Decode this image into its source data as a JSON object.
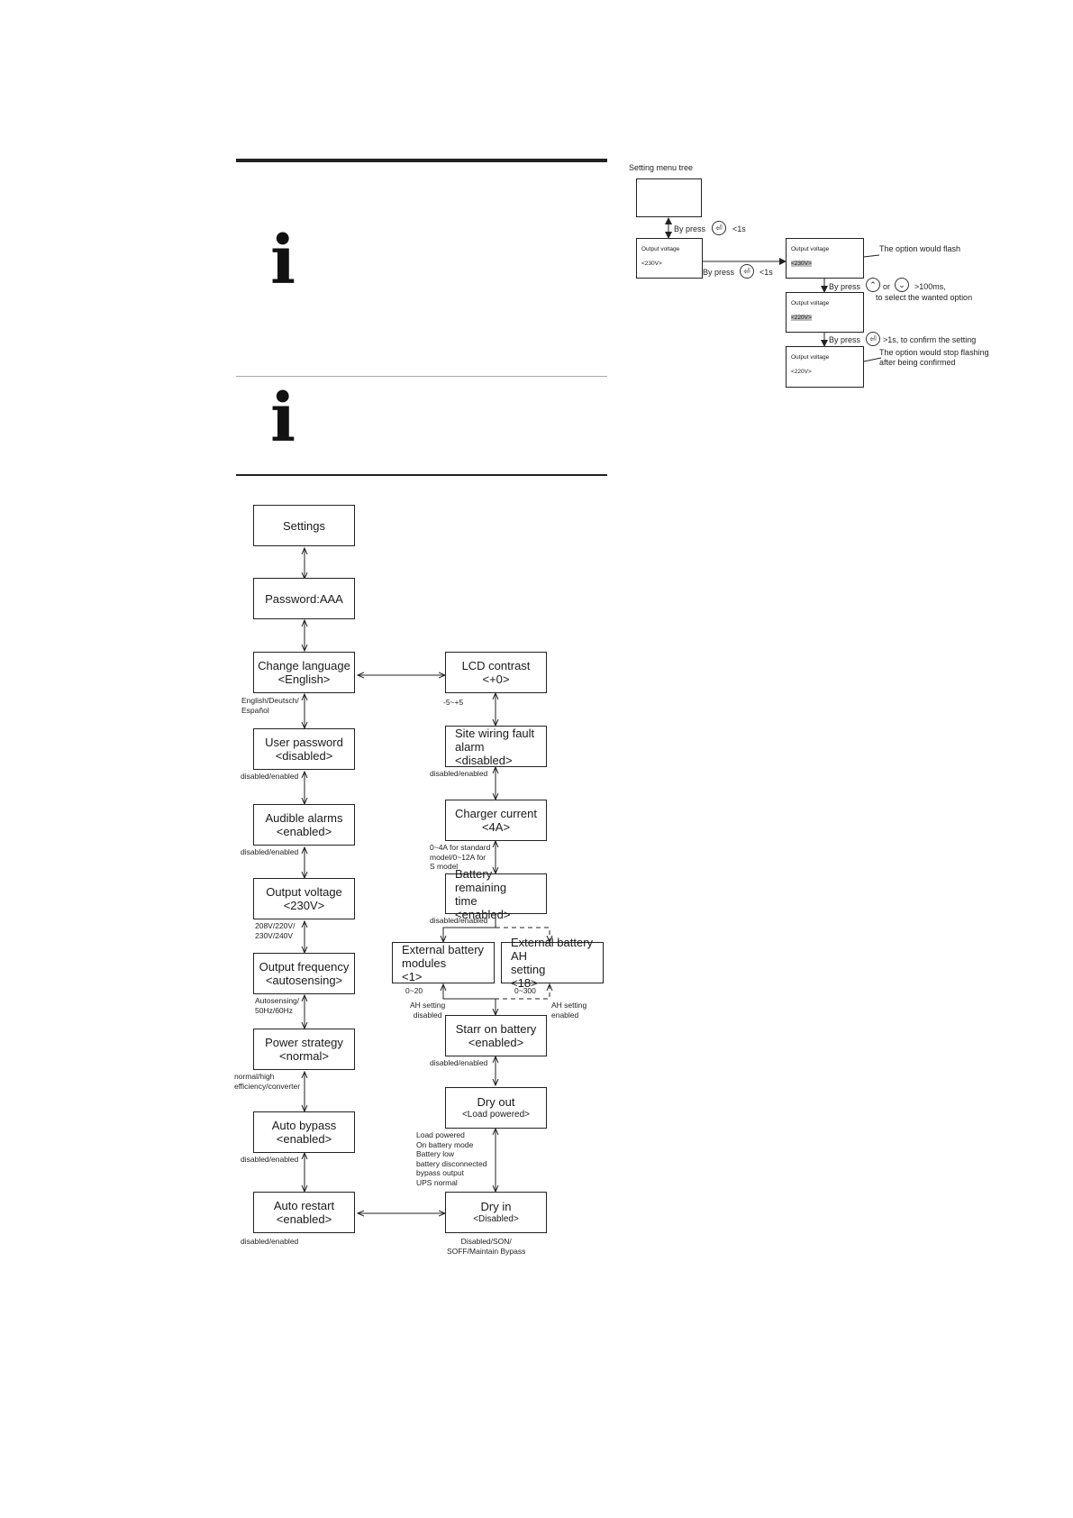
{
  "header": {
    "info_symbol_1": "i",
    "info_symbol_2": "i"
  },
  "small_tree": {
    "title": "Setting menu tree",
    "screen_label": "Output voltage",
    "value_initial": "<230V>",
    "value_flash": "<230V>",
    "value_select": "<220V>",
    "value_final": "<220V>",
    "step1": "By press",
    "step1_time": "<1s",
    "step2": "By press",
    "step2_time": "<1s",
    "flash_note": "The option would flash",
    "step3": "By press",
    "step3_or": "or",
    "step3_time": ">100ms,",
    "step3_line2": "to select the wanted option",
    "step4": "By press",
    "step4_text": ">1s, to confirm the setting",
    "stop_note": "The option would stop flashing\nafter being confirmed",
    "enter_icon": "⏎",
    "up_icon": "⌃",
    "down_icon": "⌄"
  },
  "tree": {
    "settings": "Settings",
    "password": "Password:AAA",
    "change_language": {
      "l1": "Change language",
      "l2": "<English>",
      "note": "English/Deutsch/\nEspañol"
    },
    "user_password": {
      "l1": "User password",
      "l2": "<disabled>",
      "note": "disabled/enabled"
    },
    "audible_alarms": {
      "l1": "Audible alarms",
      "l2": "<enabled>",
      "note": "disabled/enabled"
    },
    "output_voltage": {
      "l1": "Output voltage",
      "l2": "<230V>",
      "note": "208V/220V/\n230V/240V"
    },
    "output_frequency": {
      "l1": "Output frequency",
      "l2": "<autosensing>",
      "note": "Autosensing/\n50Hz/60Hz"
    },
    "power_strategy": {
      "l1": "Power strategy",
      "l2": "<normal>",
      "note": "normal/high\nefficiency/converter"
    },
    "auto_bypass": {
      "l1": "Auto bypass",
      "l2": "<enabled>",
      "note": "disabled/enabled"
    },
    "auto_restart": {
      "l1": "Auto restart",
      "l2": "<enabled>",
      "note": "disabled/enabled"
    },
    "lcd_contrast": {
      "l1": "LCD contrast",
      "l2": "<+0>",
      "note": "-5~+5"
    },
    "site_wiring": {
      "l1": "Site wiring fault",
      "l2": "alarm",
      "l3": "<disabled>",
      "note": "disabled/enabled"
    },
    "charger_current": {
      "l1": "Charger current",
      "l2": "<4A>",
      "note": "0~4A for standard\nmodel/0~12A for\nS model"
    },
    "battery_remaining": {
      "l1": "Battery remaining",
      "l2": "time",
      "l3": "<enabled>",
      "note": "disabled/enabled"
    },
    "ext_battery_modules": {
      "l1": "External battery",
      "l2": "modules",
      "l3": "<1>",
      "note": "0~20",
      "note2": "AH setting\ndisabled"
    },
    "ext_battery_ah": {
      "l1": "External battery AH",
      "l2": "setting",
      "l3": "<18>",
      "note": "0~300",
      "note2": "AH setting\nenabled"
    },
    "start_on_battery": {
      "l1": "Starr on battery",
      "l2": "<enabled>",
      "note": "disabled/enabled"
    },
    "dry_out": {
      "l1": "Dry out",
      "l2": "<Load powered>",
      "note": "Load powered\nOn battery mode\nBattery low\nbattery disconnected\nbypass output\nUPS normal"
    },
    "dry_in": {
      "l1": "Dry in",
      "l2": "<Disabled>",
      "note": "Disabled/SON/\nSOFF/Maintain Bypass"
    }
  }
}
